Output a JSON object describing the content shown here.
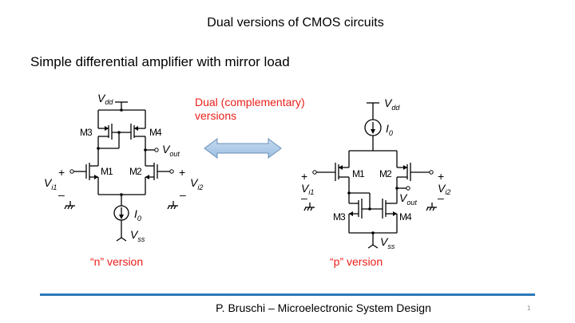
{
  "slide": {
    "title": "Dual versions of CMOS circuits",
    "subtitle": "Simple differential amplifier with mirror load",
    "dual_label_line1": "Dual (complementary)",
    "dual_label_line2": "versions",
    "n_version_label": "“n” version",
    "p_version_label": "“p” version",
    "footer": "P. Bruschi – Microelectronic System Design",
    "page_number": "1",
    "accent_color": "#e8201b",
    "footer_line_color": "#2e7ab8",
    "arrow_color": "#a8c8e8"
  },
  "n_circuit": {
    "vdd": {
      "main": "V",
      "sub": "dd"
    },
    "vss": {
      "main": "V",
      "sub": "ss"
    },
    "vout": {
      "main": "V",
      "sub": "out"
    },
    "vi1": {
      "main": "V",
      "sub": "i1"
    },
    "vi2": {
      "main": "V",
      "sub": "i2"
    },
    "i0": {
      "main": "I",
      "sub": "0"
    },
    "m1": "M1",
    "m2": "M2",
    "m3": "M3",
    "m4": "M4",
    "plus": "+",
    "minus": "–"
  },
  "p_circuit": {
    "vdd": {
      "main": "V",
      "sub": "dd"
    },
    "vss": {
      "main": "V",
      "sub": "ss"
    },
    "vout": {
      "main": "V",
      "sub": "out"
    },
    "vi1": {
      "main": "V",
      "sub": "i1"
    },
    "vi2": {
      "main": "V",
      "sub": "i2"
    },
    "i0": {
      "main": "I",
      "sub": "0"
    },
    "m1": "M1",
    "m2": "M2",
    "m3": "M3",
    "m4": "M4",
    "plus": "+",
    "minus": "–"
  }
}
